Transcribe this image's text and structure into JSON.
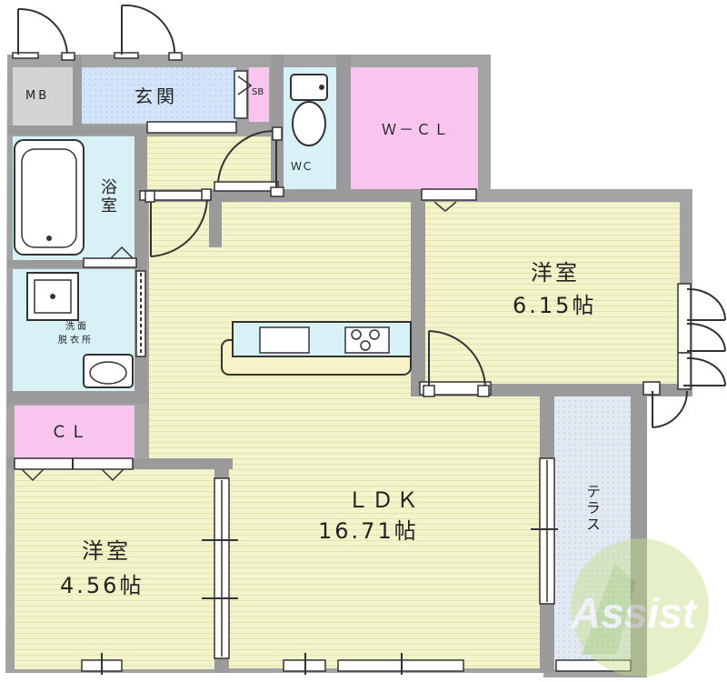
{
  "rooms": {
    "mb": "MB",
    "genkan": "玄関",
    "sb": "SB",
    "wc": "ＷＣ",
    "wcl": "Ｗ－ＣＬ",
    "bath": "浴室",
    "senmen": "洗面",
    "datsui": "脱衣所",
    "cl": "ＣＬ",
    "yoshitsu_right_name": "洋室",
    "yoshitsu_right_size": "6.15帖",
    "ldk_name": "ＬＤＫ",
    "ldk_size": "16.71帖",
    "yoshitsu_left_name": "洋室",
    "yoshitsu_left_size": "4.56帖",
    "terrace": "テラス"
  },
  "watermark": "Assist",
  "colors": {
    "wall": "#9a9a9a",
    "floor": "#f2f2c6",
    "floor_line": "#e2e2a8",
    "wet": "#d8f1f6",
    "closet": "#f7c5ee",
    "genkan_tile": "#cfe0f7",
    "terrace": "#dde6f2",
    "watermark_green": "#b9d67a"
  }
}
